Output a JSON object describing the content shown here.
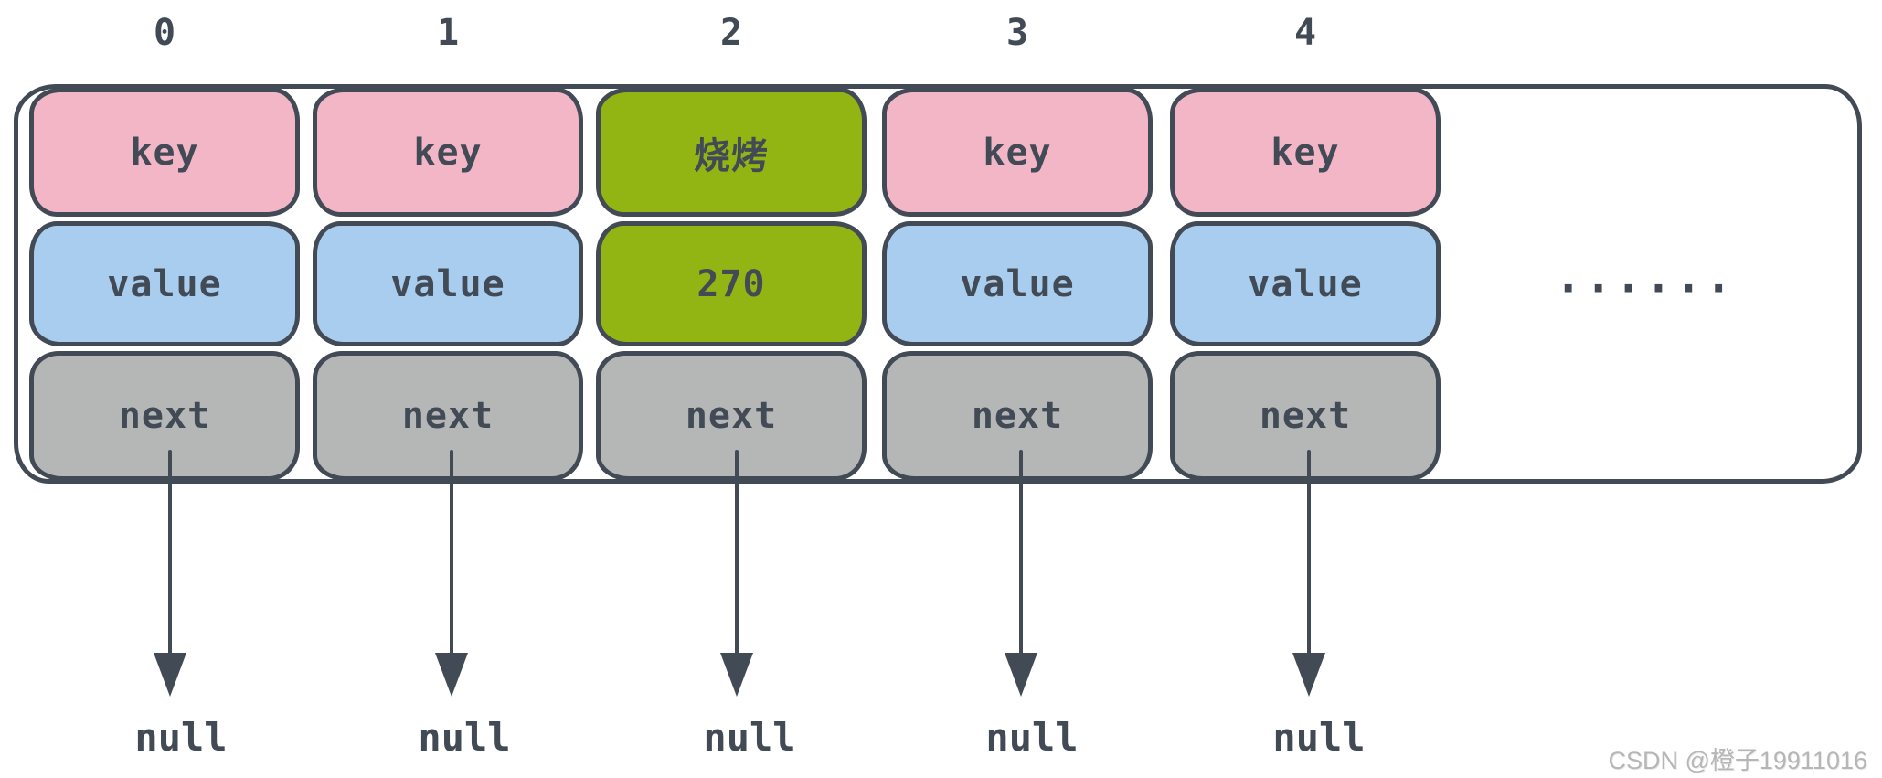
{
  "theme": {
    "background": "#ffffff",
    "stroke": "#424a56",
    "text": "#424a56",
    "pink": "#f3b6c7",
    "blue": "#a9cdee",
    "green": "#92b513",
    "gray": "#b5b7b7",
    "watermark_color": "#b6b6b6"
  },
  "diagram": {
    "columns": [
      {
        "index": "0",
        "key": "key",
        "value": "value",
        "next": "next",
        "pointer_target": "null",
        "highlighted": false
      },
      {
        "index": "1",
        "key": "key",
        "value": "value",
        "next": "next",
        "pointer_target": "null",
        "highlighted": false
      },
      {
        "index": "2",
        "key": "烧烤",
        "value": "270",
        "next": "next",
        "pointer_target": "null",
        "highlighted": true
      },
      {
        "index": "3",
        "key": "key",
        "value": "value",
        "next": "next",
        "pointer_target": "null",
        "highlighted": false
      },
      {
        "index": "4",
        "key": "key",
        "value": "value",
        "next": "next",
        "pointer_target": "null",
        "highlighted": false
      }
    ],
    "ellipsis": "······"
  },
  "watermark": "CSDN @橙子19911016"
}
